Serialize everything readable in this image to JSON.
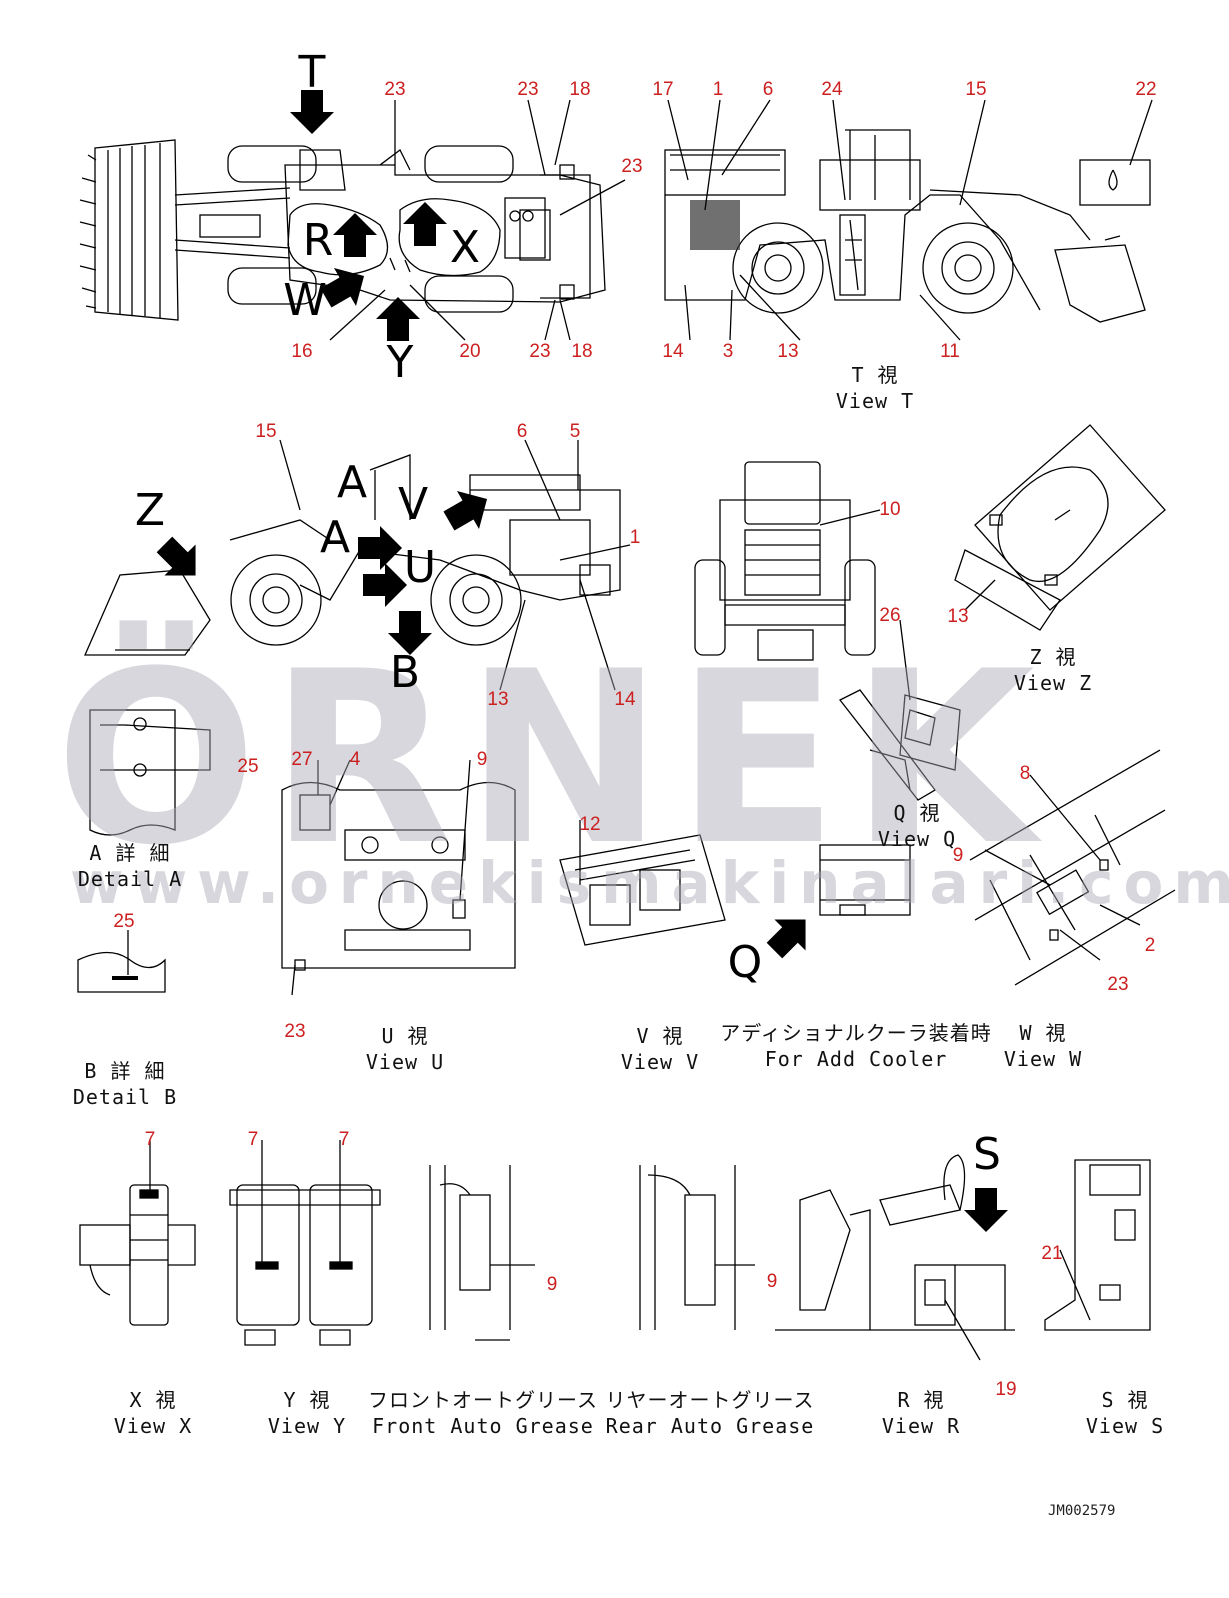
{
  "watermark": {
    "brand": "ÖRNEK",
    "url": "www.ornekismakinalari.com.tr"
  },
  "drawing_code": "JM002579",
  "view_letters": {
    "t_top": "T",
    "r": "R",
    "x": "X",
    "w": "W",
    "y": "Y",
    "z": "Z",
    "a_upper": "A",
    "v": "V",
    "a_lower": "A",
    "u": "U",
    "b": "B",
    "q": "Q",
    "s": "S"
  },
  "callouts": {
    "c23_top": "23",
    "c23_topright": "23",
    "c18_top": "18",
    "c23_right": "23",
    "c16": "16",
    "c20": "20",
    "c23_bottom": "23",
    "c18_bottom": "18",
    "c17": "17",
    "c1_t": "1",
    "c6_t": "6",
    "c24": "24",
    "c15_t": "15",
    "c22": "22",
    "c14_t": "14",
    "c3": "3",
    "c13_t": "13",
    "c11": "11",
    "c15_side": "15",
    "c6_side": "6",
    "c5": "5",
    "c1_side": "1",
    "c13_side": "13",
    "c14_side": "14",
    "c10": "10",
    "c13_z": "13",
    "c26": "26",
    "c25_a": "25",
    "c27": "27",
    "c4": "4",
    "c9_u": "9",
    "c23_u": "23",
    "c12": "12",
    "c8": "8",
    "c9_w": "9",
    "c2": "2",
    "c23_w": "23",
    "c25_b": "25",
    "c7_x": "7",
    "c7_y1": "7",
    "c7_y2": "7",
    "c9_front": "9",
    "c9_rear": "9",
    "c21": "21",
    "c19": "19"
  },
  "captions": {
    "view_t": {
      "jp": "T 視",
      "en": "View T"
    },
    "view_z": {
      "jp": "Z 視",
      "en": "View Z"
    },
    "view_q": {
      "jp": "Q 視",
      "en": "View Q"
    },
    "detail_a": {
      "jp": "A 詳 細",
      "en": "Detail A"
    },
    "detail_b": {
      "jp": "B 詳 細",
      "en": "Detail B"
    },
    "view_u": {
      "jp": "U 視",
      "en": "View U"
    },
    "view_v": {
      "jp": "V 視",
      "en": "View V"
    },
    "add_cooler": {
      "jp": "アディショナルクーラ装着時",
      "en": "For Add Cooler"
    },
    "view_w": {
      "jp": "W 視",
      "en": "View W"
    },
    "view_x": {
      "jp": "X 視",
      "en": "View X"
    },
    "view_y": {
      "jp": "Y 視",
      "en": "View Y"
    },
    "front_grease": {
      "jp": "フロントオートグリース",
      "en": "Front Auto Grease"
    },
    "rear_grease": {
      "jp": "リヤーオートグリース",
      "en": "Rear Auto Grease"
    },
    "view_r": {
      "jp": "R 視",
      "en": "View R"
    },
    "view_s": {
      "jp": "S 視",
      "en": "View S"
    }
  },
  "colors": {
    "callout": "#cc1f1f",
    "line": "#000000",
    "watermark": "#a8a8b4",
    "watermark_accent": "#f2e2a0"
  },
  "icons": [
    "pointer-arrow-icon",
    "loader-top-view",
    "loader-side-view",
    "loader-rear-view"
  ]
}
